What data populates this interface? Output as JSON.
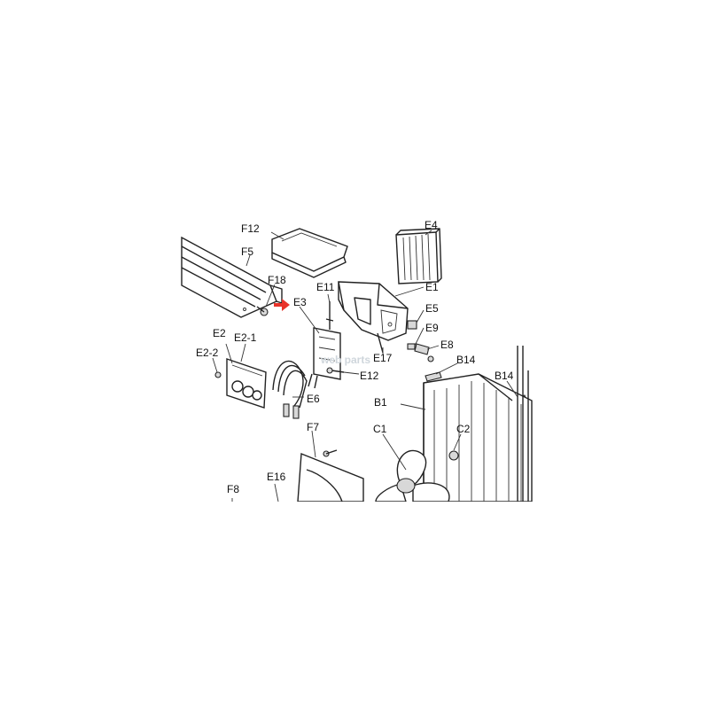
{
  "diagram": {
    "watermark": "web parts",
    "labels": {
      "F12": "F12",
      "E4": "E4",
      "F5": "F5",
      "F18": "F18",
      "E11": "E11",
      "E1": "E1",
      "E3": "E3",
      "E5": "E5",
      "E9": "E9",
      "E8": "E8",
      "E2": "E2",
      "E2_1": "E2-1",
      "E2_2": "E2-2",
      "E17": "E17",
      "B14a": "B14",
      "E12": "E12",
      "B14b": "B14",
      "E6": "E6",
      "B1": "B1",
      "F7": "F7",
      "C1": "C1",
      "C2": "C2",
      "F8": "F8",
      "E16": "E16"
    },
    "highlight_color": "#e8332a"
  }
}
